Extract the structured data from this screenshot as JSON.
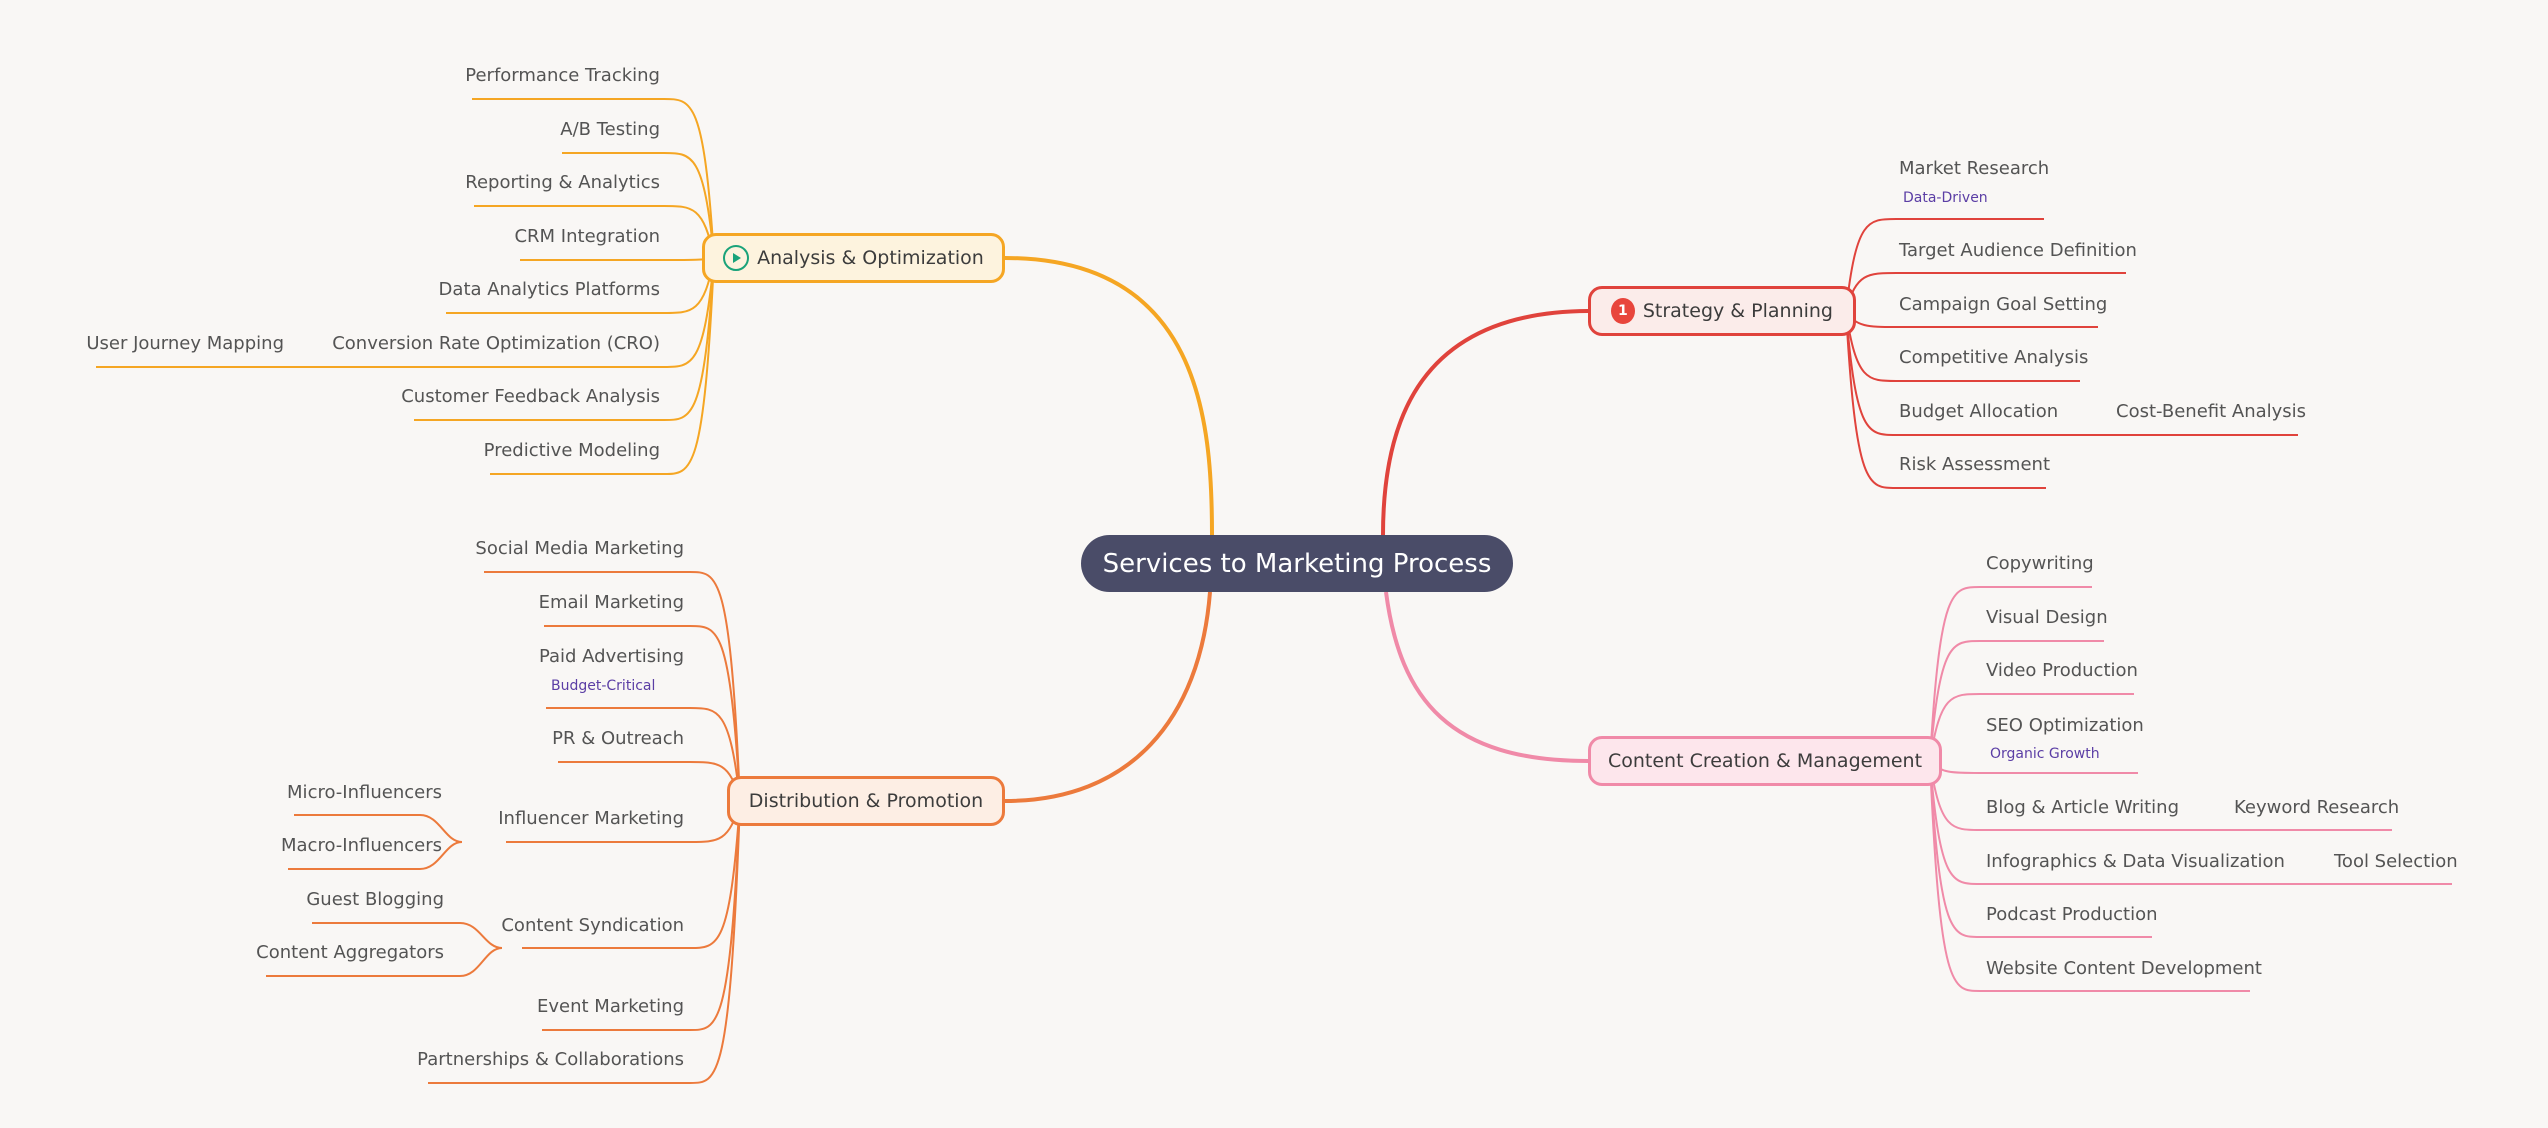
{
  "root": {
    "label": "Services to Marketing Process"
  },
  "colors": {
    "strategy": "#e0433c",
    "content": "#f08aa8",
    "analysis": "#f5a623",
    "distribution": "#ec7a3c",
    "root_fill": "#4a4c68",
    "tag_text": "#5b3ea5"
  },
  "branches": {
    "strategy": {
      "label": "Strategy & Planning",
      "badge": "1",
      "leaves": [
        "Market Research",
        "Target Audience Definition",
        "Campaign Goal Setting",
        "Competitive Analysis",
        "Budget Allocation",
        "Risk Assessment"
      ],
      "tags": {
        "market_research": "Data-Driven"
      },
      "children": {
        "budget_allocation": "Cost-Benefit Analysis"
      }
    },
    "content": {
      "label": "Content Creation & Management",
      "leaves": [
        "Copywriting",
        "Visual Design",
        "Video Production",
        "SEO Optimization",
        "Blog & Article Writing",
        "Infographics & Data Visualization",
        "Podcast Production",
        "Website Content Development"
      ],
      "tags": {
        "seo": "Organic Growth"
      },
      "children": {
        "blog": "Keyword Research",
        "infographics": "Tool Selection"
      }
    },
    "analysis": {
      "label": "Analysis & Optimization",
      "icon": "play-icon",
      "leaves": [
        "Performance Tracking",
        "A/B Testing",
        "Reporting & Analytics",
        "CRM Integration",
        "Data Analytics Platforms",
        "Conversion Rate Optimization (CRO)",
        "Customer Feedback Analysis",
        "Predictive Modeling"
      ],
      "children": {
        "cro": "User Journey Mapping"
      }
    },
    "distribution": {
      "label": "Distribution & Promotion",
      "leaves": [
        "Social Media Marketing",
        "Email Marketing",
        "Paid Advertising",
        "PR & Outreach",
        "Influencer Marketing",
        "Content Syndication",
        "Event Marketing",
        "Partnerships & Collaborations"
      ],
      "tags": {
        "paid": "Budget-Critical"
      },
      "children": {
        "influencer": [
          "Micro-Influencers",
          "Macro-Influencers"
        ],
        "syndication": [
          "Guest Blogging",
          "Content Aggregators"
        ]
      }
    }
  }
}
